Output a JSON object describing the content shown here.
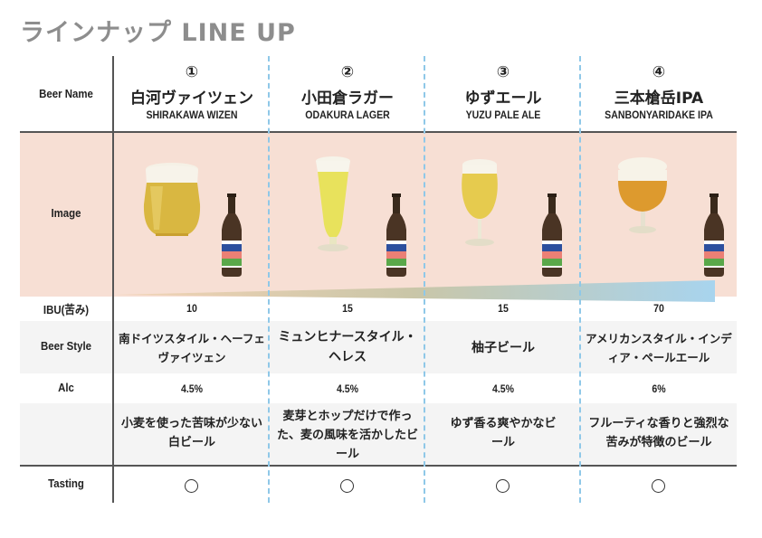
{
  "page": {
    "title": "ラインナップ LINE UP"
  },
  "row_labels": {
    "beer_name": "Beer Name",
    "image": "Image",
    "ibu": "IBU(苦み)",
    "beer_style": "Beer Style",
    "alc": "Alc",
    "tasting": "Tasting"
  },
  "beers": [
    {
      "number": "①",
      "name_jp": "白河ヴァイツェン",
      "name_en": "SHIRAKAWA WIZEN",
      "ibu": "10",
      "style": "南ドイツスタイル・ヘーフェヴァイツェン",
      "alc": "4.5%",
      "description": "小麦を使った苦味が少ない白ビール",
      "glass": "tumbler"
    },
    {
      "number": "②",
      "name_jp": "小田倉ラガー",
      "name_en": "ODAKURA LAGER",
      "ibu": "15",
      "style": "ミュンヒナースタイル・ヘレス",
      "alc": "4.5%",
      "description": "麦芽とホップだけで作った、麦の風味を活かしたビール",
      "glass": "pilsner"
    },
    {
      "number": "③",
      "name_jp": "ゆずエール",
      "name_en": "YUZU PALE ALE",
      "ibu": "15",
      "style": "柚子ビール",
      "alc": "4.5%",
      "description": "ゆず香る爽やかなビール",
      "glass": "tulip"
    },
    {
      "number": "④",
      "name_jp": "三本槍岳IPA",
      "name_en": "SANBONYARIDAKE IPA",
      "ibu": "70",
      "style": "アメリカンスタイル・インディア・ペールエール",
      "alc": "6%",
      "description": "フルーティな香りと強烈な苦みが特徴のビール",
      "glass": "goblet"
    }
  ],
  "colors": {
    "image_band": "#f7dfd4",
    "divider_dashed": "#8fc8e8",
    "ibu_gradient_start": "#f0c9a8",
    "ibu_gradient_end": "#a8d4ee"
  }
}
